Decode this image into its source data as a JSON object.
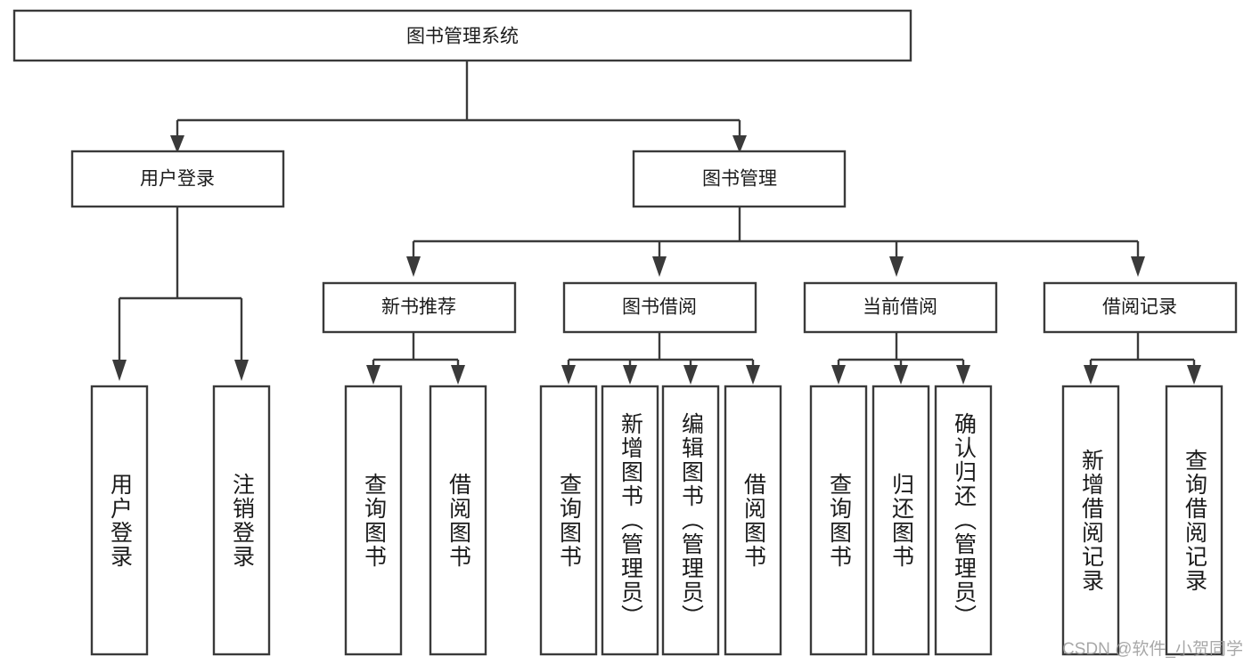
{
  "diagram": {
    "title": "图书管理系统",
    "type": "tree-hierarchy-diagram",
    "colors": {
      "box_stroke": "#3a3a3a",
      "box_fill": "#ffffff",
      "connector": "#3a3a3a",
      "text": "#1b1b1b",
      "watermark": "#9a9a9a",
      "background": "#ffffff"
    },
    "root": {
      "label": "图书管理系统"
    },
    "level2": [
      {
        "label": "用户登录"
      },
      {
        "label": "图书管理"
      }
    ],
    "level3": [
      {
        "label": "新书推荐"
      },
      {
        "label": "图书借阅"
      },
      {
        "label": "当前借阅"
      },
      {
        "label": "借阅记录"
      }
    ],
    "leaves": {
      "user_login": [
        {
          "label": "用户登录"
        },
        {
          "label": "注销登录"
        }
      ],
      "new_book_recommend": [
        {
          "label": "查询图书"
        },
        {
          "label": "借阅图书"
        }
      ],
      "book_borrow": [
        {
          "label": "查询图书"
        },
        {
          "label": "新增图书（管理员）"
        },
        {
          "label": "编辑图书（管理员）"
        },
        {
          "label": "借阅图书"
        }
      ],
      "current_borrow": [
        {
          "label": "查询图书"
        },
        {
          "label": "归还图书"
        },
        {
          "label": "确认归还（管理员）"
        }
      ],
      "borrow_record": [
        {
          "label": "新增借阅记录"
        },
        {
          "label": "查询借阅记录"
        }
      ]
    }
  },
  "watermark": {
    "text": "CSDN @软件_小贺同学"
  }
}
